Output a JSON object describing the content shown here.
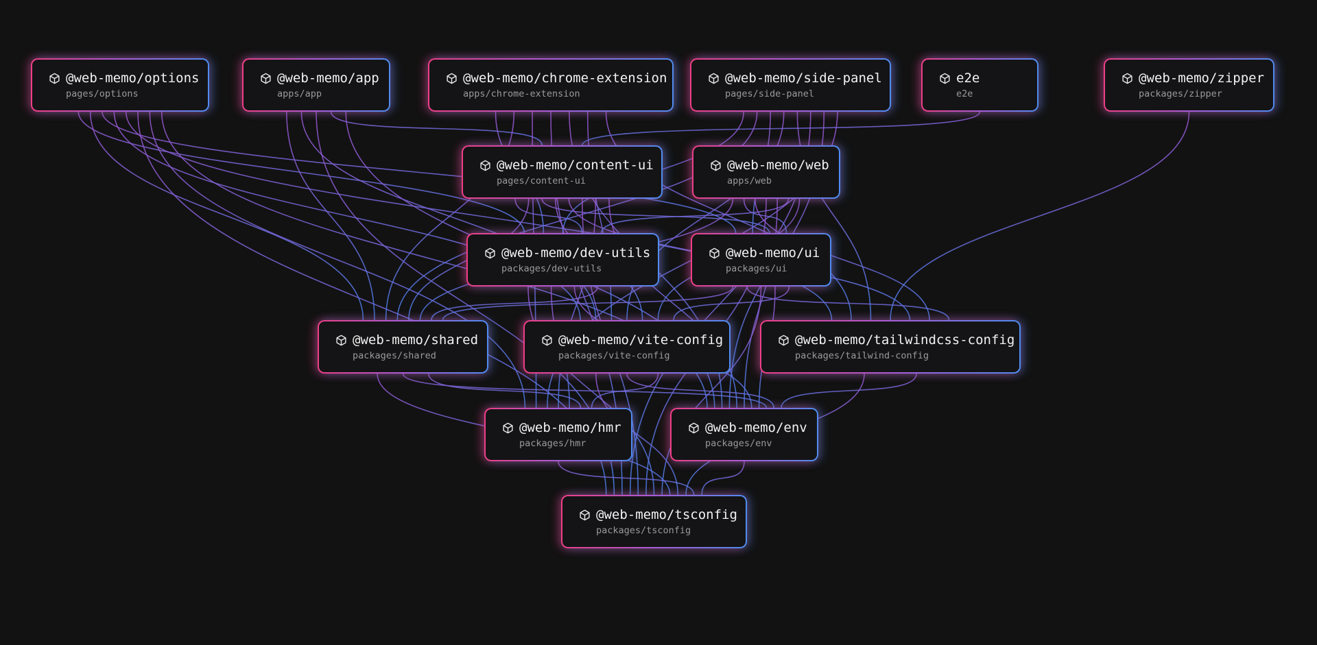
{
  "colors": {
    "background": "#121212",
    "node_fill": "#141416",
    "gradient_start": "#ee3f86",
    "gradient_end": "#4f8cf0",
    "edge": "#6a6fe0",
    "title_text": "#f2f2f2",
    "path_text": "#9a9a9a"
  },
  "nodes": [
    {
      "id": "options",
      "name": "@web-memo/options",
      "path": "pages/options",
      "icon": "package-icon"
    },
    {
      "id": "app",
      "name": "@web-memo/app",
      "path": "apps/app",
      "icon": "package-icon"
    },
    {
      "id": "chrome",
      "name": "@web-memo/chrome-extension",
      "path": "apps/chrome-extension",
      "icon": "package-icon"
    },
    {
      "id": "side",
      "name": "@web-memo/side-panel",
      "path": "pages/side-panel",
      "icon": "package-icon"
    },
    {
      "id": "e2e",
      "name": "e2e",
      "path": "e2e",
      "icon": "package-icon"
    },
    {
      "id": "zipper",
      "name": "@web-memo/zipper",
      "path": "packages/zipper",
      "icon": "package-icon"
    },
    {
      "id": "content",
      "name": "@web-memo/content-ui",
      "path": "pages/content-ui",
      "icon": "package-icon"
    },
    {
      "id": "web",
      "name": "@web-memo/web",
      "path": "apps/web",
      "icon": "package-icon"
    },
    {
      "id": "dev",
      "name": "@web-memo/dev-utils",
      "path": "packages/dev-utils",
      "icon": "package-icon"
    },
    {
      "id": "ui",
      "name": "@web-memo/ui",
      "path": "packages/ui",
      "icon": "package-icon"
    },
    {
      "id": "shared",
      "name": "@web-memo/shared",
      "path": "packages/shared",
      "icon": "package-icon"
    },
    {
      "id": "vite",
      "name": "@web-memo/vite-config",
      "path": "packages/vite-config",
      "icon": "package-icon"
    },
    {
      "id": "tw",
      "name": "@web-memo/tailwindcss-config",
      "path": "packages/tailwind-config",
      "icon": "package-icon"
    },
    {
      "id": "hmr",
      "name": "@web-memo/hmr",
      "path": "packages/hmr",
      "icon": "package-icon"
    },
    {
      "id": "env",
      "name": "@web-memo/env",
      "path": "packages/env",
      "icon": "package-icon"
    },
    {
      "id": "tsconfig",
      "name": "@web-memo/tsconfig",
      "path": "packages/tsconfig",
      "icon": "package-icon"
    }
  ],
  "edges": [
    [
      "options",
      "dev"
    ],
    [
      "options",
      "shared"
    ],
    [
      "options",
      "ui"
    ],
    [
      "options",
      "vite"
    ],
    [
      "options",
      "tw"
    ],
    [
      "options",
      "tsconfig"
    ],
    [
      "options",
      "hmr"
    ],
    [
      "options",
      "env"
    ],
    [
      "app",
      "shared"
    ],
    [
      "app",
      "vite"
    ],
    [
      "app",
      "tsconfig"
    ],
    [
      "app",
      "content"
    ],
    [
      "app",
      "env"
    ],
    [
      "chrome",
      "dev"
    ],
    [
      "chrome",
      "shared"
    ],
    [
      "chrome",
      "hmr"
    ],
    [
      "chrome",
      "tsconfig"
    ],
    [
      "chrome",
      "env"
    ],
    [
      "chrome",
      "vite"
    ],
    [
      "chrome",
      "tw"
    ],
    [
      "side",
      "dev"
    ],
    [
      "side",
      "shared"
    ],
    [
      "side",
      "ui"
    ],
    [
      "side",
      "vite"
    ],
    [
      "side",
      "tw"
    ],
    [
      "side",
      "tsconfig"
    ],
    [
      "side",
      "env"
    ],
    [
      "side",
      "hmr"
    ],
    [
      "e2e",
      "content"
    ],
    [
      "zipper",
      "tw"
    ],
    [
      "content",
      "dev"
    ],
    [
      "content",
      "shared"
    ],
    [
      "content",
      "ui"
    ],
    [
      "content",
      "vite"
    ],
    [
      "content",
      "tw"
    ],
    [
      "content",
      "tsconfig"
    ],
    [
      "content",
      "hmr"
    ],
    [
      "content",
      "env"
    ],
    [
      "web",
      "shared"
    ],
    [
      "web",
      "ui"
    ],
    [
      "web",
      "tw"
    ],
    [
      "web",
      "tsconfig"
    ],
    [
      "web",
      "env"
    ],
    [
      "web",
      "dev"
    ],
    [
      "web",
      "vite"
    ],
    [
      "dev",
      "tsconfig"
    ],
    [
      "dev",
      "hmr"
    ],
    [
      "dev",
      "env"
    ],
    [
      "dev",
      "shared"
    ],
    [
      "ui",
      "shared"
    ],
    [
      "ui",
      "tw"
    ],
    [
      "ui",
      "tsconfig"
    ],
    [
      "ui",
      "env"
    ],
    [
      "ui",
      "vite"
    ],
    [
      "shared",
      "tsconfig"
    ],
    [
      "shared",
      "env"
    ],
    [
      "shared",
      "hmr"
    ],
    [
      "vite",
      "tsconfig"
    ],
    [
      "vite",
      "env"
    ],
    [
      "vite",
      "hmr"
    ],
    [
      "tw",
      "tsconfig"
    ],
    [
      "tw",
      "env"
    ],
    [
      "hmr",
      "tsconfig"
    ],
    [
      "env",
      "tsconfig"
    ]
  ]
}
